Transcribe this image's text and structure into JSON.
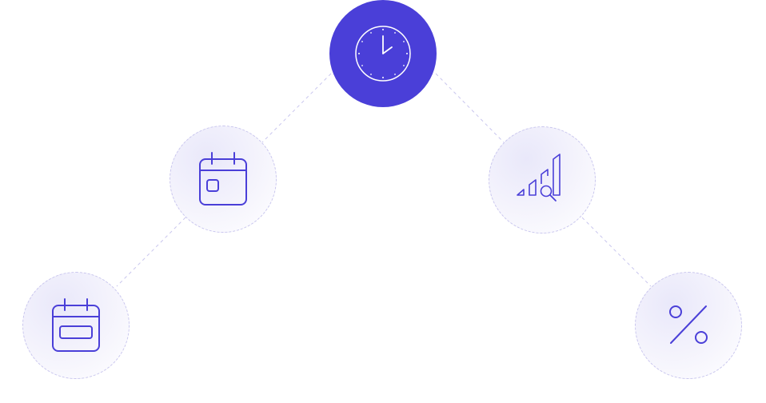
{
  "colors": {
    "primary": "#4a3fd8",
    "icon_stroke": "#4a3fd8",
    "connector": "#c9c6ee",
    "node_fill": "#f0effb"
  },
  "nodes": [
    {
      "id": "clock",
      "icon": "clock-icon",
      "style": "primary"
    },
    {
      "id": "calendar",
      "icon": "calendar-icon",
      "style": "soft"
    },
    {
      "id": "signal",
      "icon": "signal-search-icon",
      "style": "soft"
    },
    {
      "id": "calendar-event",
      "icon": "calendar-event-icon",
      "style": "soft"
    },
    {
      "id": "percent",
      "icon": "percent-icon",
      "style": "soft"
    }
  ]
}
